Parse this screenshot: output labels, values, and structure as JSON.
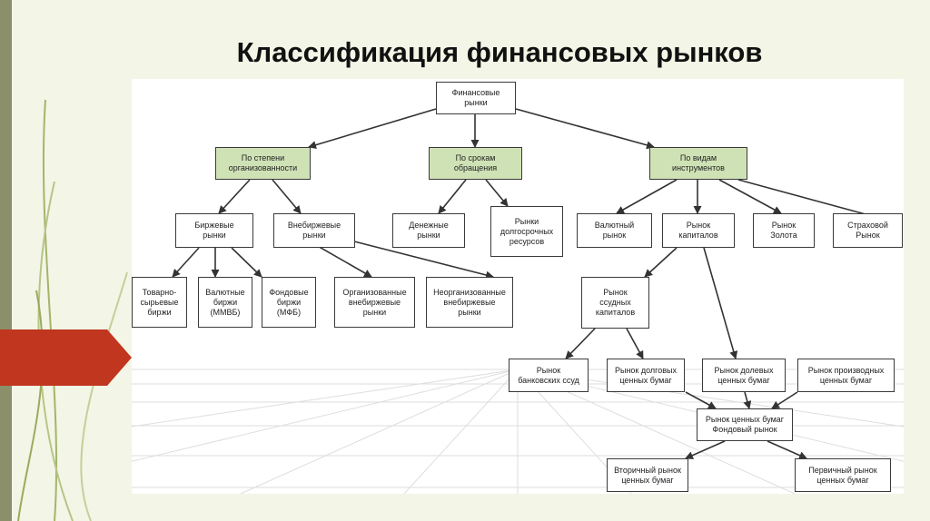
{
  "slide": {
    "title": "Классификация финансовых рынков"
  },
  "colors": {
    "accent_red": "#c0361e",
    "category_fill": "#cfe2b5",
    "slide_bg": "#f3f5e6"
  },
  "diagram": {
    "root": "Финансовые\nрынки",
    "cat_organization": "По степени\nорганизованности",
    "cat_terms": "По срокам\nобращения",
    "cat_instruments": "По видам\nинструментов",
    "exchange": "Биржевые\nрынки",
    "otc": "Внебиржевые\nрынки",
    "money": "Денежные\nрынки",
    "long_term": "Рынки\nдолгосрочных\nресурсов",
    "currency": "Валютный\nрынок",
    "capital": "Рынок\nкапиталов",
    "gold": "Рынок\nЗолота",
    "insurance": "Страховой\nРынок",
    "commodity_exch": "Товарно-\nсырьевые\nбиржи",
    "currency_exch": "Валютные\nбиржи\n(ММВБ)",
    "stock_exch": "Фондовые\nбиржи\n(МФБ)",
    "org_otc": "Организованные\nвнебиржевые\nрынки",
    "unorg_otc": "Неорганизованные\nвнебиржевые\nрынки",
    "loan_capital": "Рынок\nссудных\nкапиталов",
    "bank_loans": "Рынок\nбанковских ссуд",
    "debt_securities": "Рынок долговых\nценных бумаг",
    "equity_securities": "Рынок долевых\nценных бумаг",
    "derivatives": "Рынок производных\nценных бумаг",
    "securities_market": "Рынок ценных бумаг\nФондовый рынок",
    "secondary": "Вторичный рынок\nценных бумаг",
    "primary": "Первичный рынок\nценных бумаг"
  }
}
